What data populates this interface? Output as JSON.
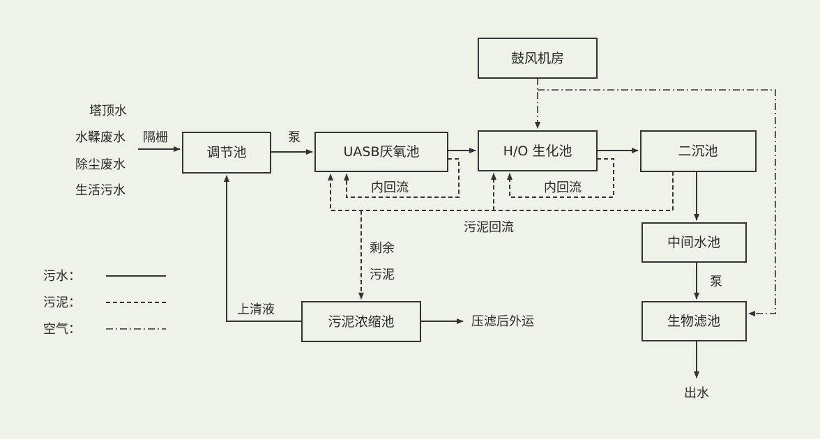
{
  "inputs": [
    "塔顶水",
    "水鞣废水",
    "除尘废水",
    "生活污水"
  ],
  "screen_label": "隔栅",
  "boxes": {
    "blower_room": "鼓风机房",
    "regulating_tank": "调节池",
    "uasb": "UASB厌氧池",
    "ho_bio": "H/O 生化池",
    "secondary_clarifier": "二沉池",
    "intermediate_tank": "中间水池",
    "biofilter": "生物滤池",
    "sludge_thickener": "污泥浓缩池"
  },
  "labels": {
    "pump_1": "泵",
    "pump_2": "泵",
    "internal_reflux_1": "内回流",
    "internal_reflux_2": "内回流",
    "sludge_return": "污泥回流",
    "excess_sludge_line1": "剩余",
    "excess_sludge_line2": "污泥",
    "supernatant": "上清液",
    "press_filter": "压滤后外运",
    "outlet": "出水"
  },
  "legend": {
    "wastewater": "污水：",
    "sludge": "污泥：",
    "air": "空气："
  }
}
